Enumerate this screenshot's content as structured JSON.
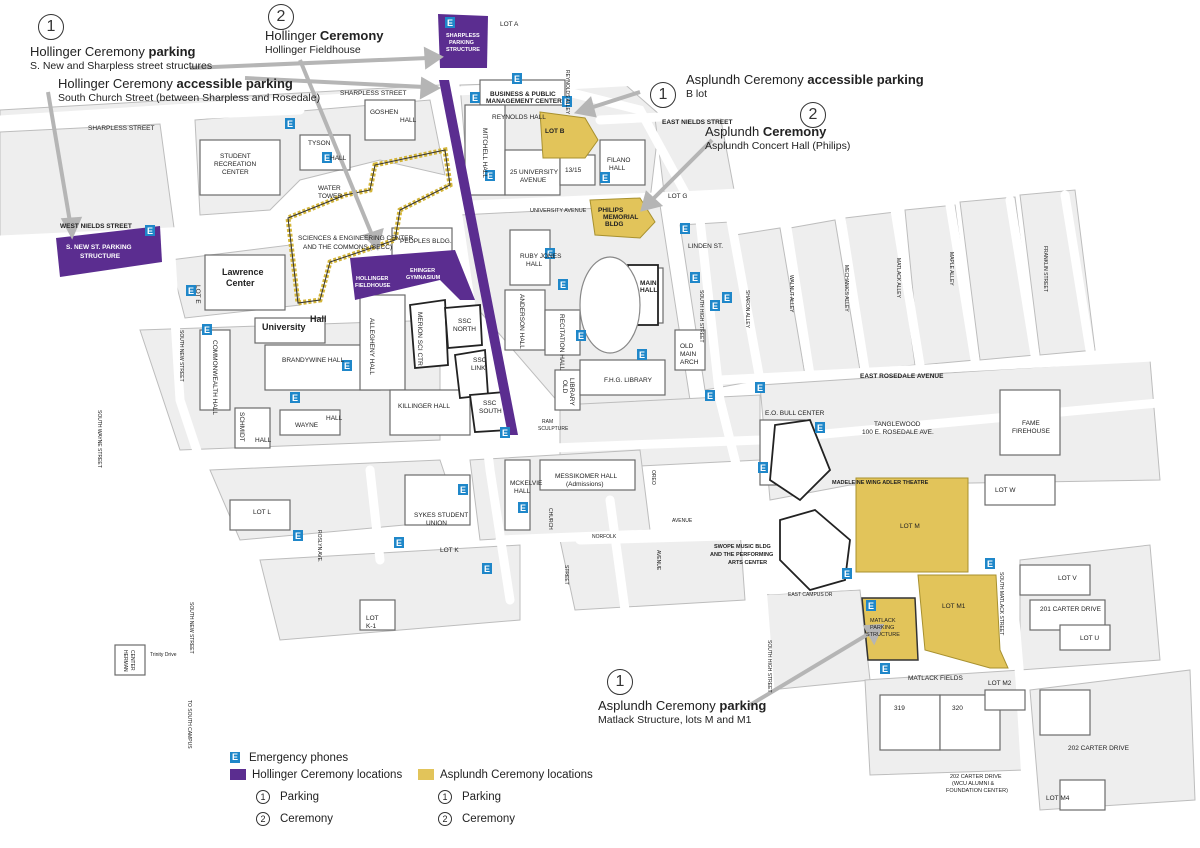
{
  "colors": {
    "hollinger": "#5b2d90",
    "asplundh": "#e2c45a",
    "emergency_phone": "#1f87c9",
    "road": "#ffffff",
    "building_outline": "#6b6b6b",
    "arrow": "#b5b5b5"
  },
  "annotations": {
    "hollinger_parking": {
      "num": "1",
      "title_a": "Hollinger Ceremony ",
      "title_b": "parking",
      "sub": "S. New and Sharpless street structures"
    },
    "hollinger_accessible": {
      "title_a": "Hollinger Ceremony ",
      "title_b": "accessible parking",
      "sub": "South Church Street (between Sharpless and Rosedale)"
    },
    "hollinger_ceremony": {
      "num": "2",
      "title_a": "Hollinger ",
      "title_b": "Ceremony",
      "sub": "Hollinger Fieldhouse"
    },
    "asplundh_accessible": {
      "num": "1",
      "title_a": "Asplundh Ceremony ",
      "title_b": "accessible parking",
      "sub": "B lot"
    },
    "asplundh_ceremony": {
      "num": "2",
      "title_a": "Asplundh ",
      "title_b": "Ceremony",
      "sub": "Asplundh Concert Hall (Philips)"
    },
    "asplundh_parking": {
      "num": "1",
      "title_a": "Asplundh Ceremony ",
      "title_b": "parking",
      "sub": "Matlack Structure, lots M and M1"
    }
  },
  "legend": {
    "phones": "Emergency phones",
    "hollinger": "Hollinger Ceremony locations",
    "asplundh": "Asplundh Ceremony locations",
    "h_parking": "Parking",
    "h_ceremony": "Ceremony",
    "a_parking": "Parking",
    "a_ceremony": "Ceremony",
    "phone_glyph": "E",
    "num1": "1",
    "num2": "2"
  },
  "labels": {
    "lot_a": "LOT A",
    "sharpless_structure_1": "SHARPLESS",
    "sharpless_structure_2": "PARKING",
    "sharpless_structure_3": "STRUCTURE",
    "sharpless_street_w": "SHARPLESS STREET",
    "sharpless_street_e": "SHARPLESS STREET",
    "business_1": "BUSINESS & PUBLIC",
    "business_2": "MANAGEMENT CENTER",
    "reynolds_hall": "REYNOLDS HALL",
    "reynolds_alley": "REYNOLDS ALLEY",
    "lot_b": "LOT B",
    "east_nields": "EAST NIELDS STREET",
    "goshen": "GOSHEN",
    "hall_goshen": "HALL",
    "mitchell": "MITCHELL HALL",
    "src_1": "STUDENT",
    "src_2": "RECREATION",
    "src_3": "CENTER",
    "tyson": "TYSON",
    "hall_tyson": "HALL",
    "water_1": "WATER",
    "water_2": "TOWER",
    "univ25_1": "25 UNIVERSITY",
    "univ25_2": "AVENUE",
    "n1315": "13/15",
    "filano_1": "FILANO",
    "filano_2": "HALL",
    "lot_g": "LOT G",
    "university_ave": "UNIVERSITY AVENUE",
    "peoples": "PEOPLES BLDG.",
    "philips_1": "PHILIPS",
    "philips_2": "MEMORIAL",
    "philips_3": "BLDG",
    "west_nields": "WEST NIELDS STREET",
    "snew_struct_1": "S. NEW ST. PARKING",
    "snew_struct_2": "STRUCTURE",
    "secc_1": "SCIENCES & ENGINEERING CENTER",
    "secc_2": "AND THE COMMONS (SECC)",
    "linden": "LINDEN ST.",
    "ruby_1": "RUBY JONES",
    "ruby_2": "HALL",
    "lawrence_1": "Lawrence",
    "lawrence_2": "Center",
    "hollinger_fh_1": "HOLLINGER",
    "hollinger_fh_2": "FIELDHOUSE",
    "ehinger_1": "EHINGER",
    "ehinger_2": "GYMNASIUM",
    "main_1": "MAIN",
    "main_2": "HALL",
    "sharon_alley": "SHARON ALLEY",
    "walnut_alley": "WALNUT ALLEY",
    "mechanics_alley": "MECHANICS ALLEY",
    "matlack_alley": "MATLACK ALLEY",
    "maple_alley": "MAPLE ALLEY",
    "franklin": "FRANKLIN STREET",
    "lot_e": "LOT E",
    "merion": "MERION SCI CTR",
    "ssc_north_1": "SSC",
    "ssc_north_2": "NORTH",
    "anderson": "ANDERSON HALL",
    "recitation": "RECITATION HALL",
    "south_high_n": "SOUTH HIGH STREET",
    "university_hall_1": "University",
    "university_hall_2": "Hall",
    "allegheny": "ALLEGHENY HALL",
    "commonwealth": "COMMONWEALTH HALL",
    "south_new_n": "SOUTH NEW STREET",
    "ssc_link_1": "SSC",
    "ssc_link_2": "LINK",
    "old_main_1": "OLD",
    "old_main_2": "MAIN",
    "old_main_3": "ARCH",
    "brandywine": "BRANDYWINE HALL",
    "fhg": "F.H.G. LIBRARY",
    "old_library_1": "OLD",
    "old_library_2": "LIBRARY",
    "east_rosedale": "EAST ROSEDALE AVENUE",
    "schmidt": "SCHMIDT",
    "hall_schmidt": "HALL",
    "wayne": "WAYNE",
    "hall_wayne": "HALL",
    "killinger": "KILLINGER HALL",
    "ssc_south_1": "SSC",
    "ssc_south_2": "SOUTH",
    "ram_1": "RAM",
    "ram_2": "SCULPTURE",
    "eo_bull": "E.O. BULL CENTER",
    "tanglewood_1": "TANGLEWOOD",
    "tanglewood_2": "100 E. ROSEDALE AVE.",
    "fame_1": "FAME",
    "fame_2": "FIREHOUSE",
    "south_wayne": "SOUTH WAYNE STREET",
    "mckelvie_1": "MCKELVIE",
    "mckelvie_2": "HALL",
    "messikomer_1": "MESSIKOMER HALL",
    "messikomer_2": "(Admissions)",
    "oreo": "OREO",
    "adler": "MADELEINE WING ADLER THEATRE",
    "lot_w": "LOT W",
    "lot_l": "LOT L",
    "sykes_1": "SYKES STUDENT",
    "sykes_2": "UNION",
    "church": "CHURCH",
    "avenue_oreo": "AVENUE",
    "norfolk": "NORFOLK",
    "lot_m": "LOT M",
    "roslyn": "ROSLYN AVE.",
    "lot_k": "LOT K",
    "swope_1": "SWOPE MUSIC BLDG",
    "swope_2": "AND THE PERFORMING",
    "swope_3": "ARTS CENTER",
    "avenue_norfolk": "AVENUE",
    "street_walnut": "STREET",
    "east_campus": "EAST CAMPUS DR",
    "lot_m1": "LOT M1",
    "south_matlack": "SOUTH MATLACK STREET",
    "lot_v": "LOT V",
    "carter201": "201 CARTER DRIVE",
    "south_new_s": "SOUTH NEW STREET",
    "lot_k1_1": "LOT",
    "lot_k1_2": "K-1",
    "matlack_struct_1": "MATLACK",
    "matlack_struct_2": "PARKING",
    "matlack_struct_3": "STRUCTURE",
    "lot_u": "LOT U",
    "herman_1": "HERMAN",
    "herman_2": "CENTER",
    "trinity": "Trinity Drive",
    "south_high_s": "SOUTH HIGH STREET",
    "matlack_fields": "MATLACK FIELDS",
    "lot_m2": "LOT M2",
    "f319": "319",
    "f320": "320",
    "to_south": "TO SOUTH CAMPUS",
    "carter202": "202 CARTER DRIVE",
    "alumni_1": "202 CARTER DRIVE",
    "alumni_2": "(WCU ALUMNI &",
    "alumni_3": "FOUNDATION CENTER)",
    "lot_m4": "LOT M4"
  }
}
